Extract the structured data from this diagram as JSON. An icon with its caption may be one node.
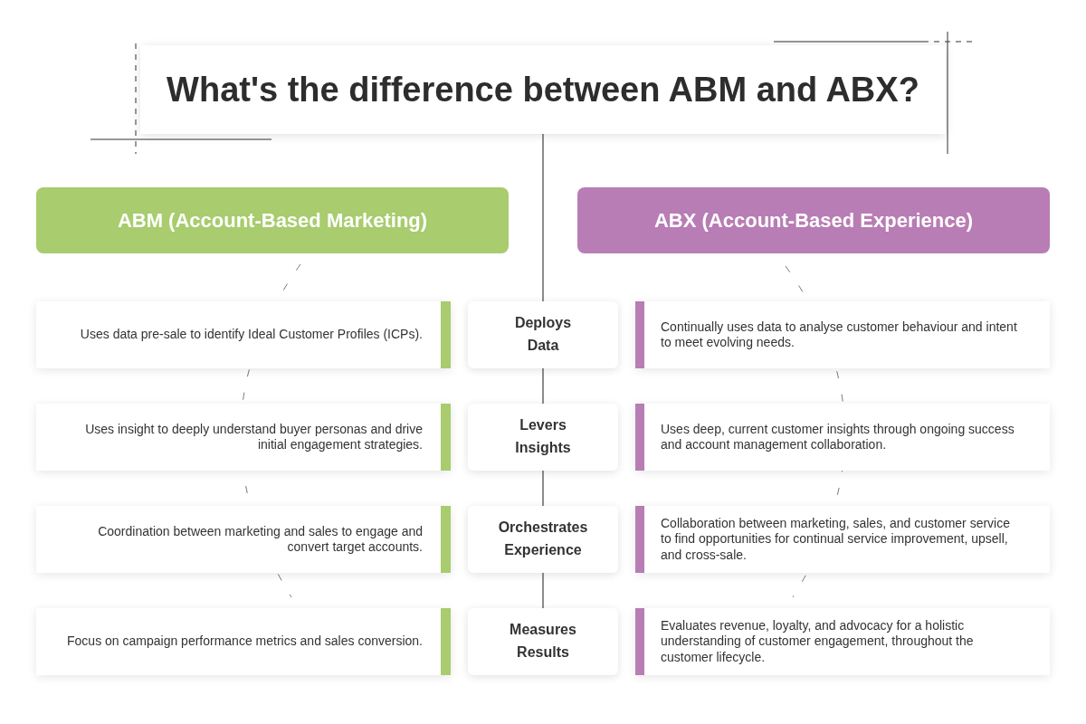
{
  "diagram": {
    "title": "What's the difference between ABM and ABX?",
    "nodes": [
      {
        "text": [
          "ABM (Account-Based Marketing)"
        ]
      },
      {
        "text": [
          "ABX (Account-Based Experience)"
        ]
      },
      {
        "text": [
          "Uses data pre-sale to identify Ideal Customer Profiles (ICPs)."
        ]
      },
      {
        "text": [
          "Deploys Data"
        ]
      },
      {
        "text": [
          "Continually uses data to analyse customer behaviour and intent to meet evolving needs."
        ]
      },
      {
        "text": [
          "Uses insight to deeply understand buyer personas and drive initial engagement strategies."
        ]
      },
      {
        "text": [
          "Levers Insights"
        ]
      },
      {
        "text": [
          "Uses deep, current customer insights through ongoing success and account management collaboration."
        ]
      },
      {
        "text": [
          "Coordination between marketing and sales to engage and convert target accounts."
        ]
      },
      {
        "text": [
          "Orchestrates Experience"
        ]
      },
      {
        "text": [
          "Collaboration between marketing, sales, and customer service to find opportunities for continual service improvement, upsell, and cross-sale."
        ]
      },
      {
        "text": [
          "Focus on campaign performance metrics and sales conversion."
        ]
      },
      {
        "text": [
          "Measures Results"
        ]
      },
      {
        "text": [
          "Evaluates revenue, loyalty, and advocacy for a holistic understanding of customer engagement, throughout the customer lifecycle."
        ]
      }
    ]
  }
}
